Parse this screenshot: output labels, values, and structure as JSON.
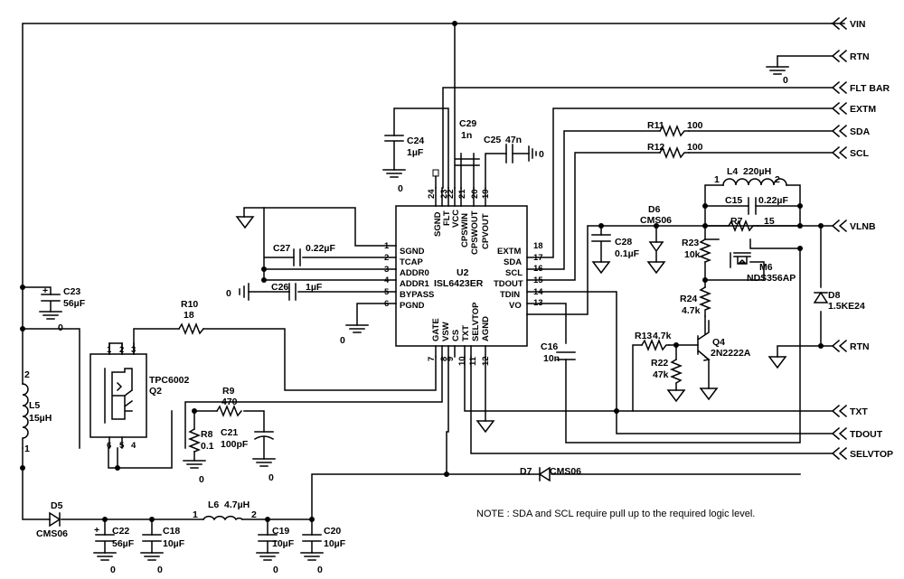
{
  "ports": {
    "vin": "VIN",
    "rtn_top": "RTN",
    "flt_bar": "FLT BAR",
    "extm": "EXTM",
    "sda": "SDA",
    "scl": "SCL",
    "vlnb": "VLNB",
    "rtn_mid": "RTN",
    "txt": "TXT",
    "tdout": "TDOUT",
    "selvtop": "SELVTOP"
  },
  "ic": {
    "ref": "U2",
    "part": "ISL6423ER",
    "left_pins": [
      {
        "num": "1",
        "name": "SGND"
      },
      {
        "num": "2",
        "name": "TCAP"
      },
      {
        "num": "3",
        "name": "ADDR0"
      },
      {
        "num": "4",
        "name": "ADDR1"
      },
      {
        "num": "5",
        "name": "BYPASS"
      },
      {
        "num": "6",
        "name": "PGND"
      }
    ],
    "right_pins": [
      {
        "num": "18",
        "name": "EXTM"
      },
      {
        "num": "17",
        "name": "SDA"
      },
      {
        "num": "16",
        "name": "SCL"
      },
      {
        "num": "15",
        "name": "TDOUT"
      },
      {
        "num": "14",
        "name": "TDIN"
      },
      {
        "num": "13",
        "name": "VO"
      }
    ],
    "top_pins": [
      {
        "num": "24",
        "name": "SGND"
      },
      {
        "num": "23",
        "name": "FLT"
      },
      {
        "num": "22",
        "name": "VCC"
      },
      {
        "num": "21",
        "name": "CPSWIN"
      },
      {
        "num": "20",
        "name": "CPSWOUT"
      },
      {
        "num": "19",
        "name": "CPVOUT"
      }
    ],
    "bottom_pins": [
      {
        "num": "7",
        "name": "GATE"
      },
      {
        "num": "8",
        "name": "VSW"
      },
      {
        "num": "9",
        "name": "CS"
      },
      {
        "num": "10",
        "name": "TXT"
      },
      {
        "num": "11",
        "name": "SELVTOP"
      },
      {
        "num": "12",
        "name": "AGND"
      }
    ]
  },
  "parts": {
    "c24": {
      "ref": "C24",
      "val": "1µF"
    },
    "c29": {
      "ref": "C29",
      "val": "1n"
    },
    "c25": {
      "ref": "C25",
      "val": "47n"
    },
    "c27": {
      "ref": "C27",
      "val": "0.22µF"
    },
    "c26": {
      "ref": "C26",
      "val": "1µF"
    },
    "c23": {
      "ref": "C23",
      "val": "56µF"
    },
    "r10": {
      "ref": "R10",
      "val": "18"
    },
    "q2": {
      "ref": "Q2",
      "part": "TPC6002"
    },
    "l5": {
      "ref": "L5",
      "val": "15µH"
    },
    "r9": {
      "ref": "R9",
      "val": "470"
    },
    "r8": {
      "ref": "R8",
      "val": "0.1"
    },
    "c21": {
      "ref": "C21",
      "val": "100pF"
    },
    "d5": {
      "ref": "D5",
      "part": "CMS06"
    },
    "c22": {
      "ref": "C22",
      "val": "56µF"
    },
    "c18": {
      "ref": "C18",
      "val": "10µF"
    },
    "l6": {
      "ref": "L6",
      "val": "4.7µH"
    },
    "c19": {
      "ref": "C19",
      "val": "10µF"
    },
    "c20": {
      "ref": "C20",
      "val": "10µF"
    },
    "d7": {
      "ref": "D7",
      "part": "CMS06"
    },
    "r11": {
      "ref": "R11",
      "val": "100"
    },
    "r12": {
      "ref": "R12",
      "val": "100"
    },
    "l4": {
      "ref": "L4",
      "val": "220µH"
    },
    "c15": {
      "ref": "C15",
      "val": "0.22µF"
    },
    "r7": {
      "ref": "R7",
      "val": "15"
    },
    "d6": {
      "ref": "D6",
      "part": "CMS06"
    },
    "c28": {
      "ref": "C28",
      "val": "0.1µF"
    },
    "r23": {
      "ref": "R23",
      "val": "10k"
    },
    "m6": {
      "ref": "M6",
      "part": "NDS356AP"
    },
    "r24": {
      "ref": "R24",
      "val": "4.7k"
    },
    "d8": {
      "ref": "D8",
      "part": "1.5KE24"
    },
    "r13": {
      "ref": "R13",
      "val": "4.7k"
    },
    "q4": {
      "ref": "Q4",
      "part": "2N2222A"
    },
    "r22": {
      "ref": "R22",
      "val": "47k"
    },
    "c16": {
      "ref": "C16",
      "val": "10n"
    }
  },
  "ground_label": "0",
  "note": "NOTE : SDA and SCL require pull up to the required logic level."
}
